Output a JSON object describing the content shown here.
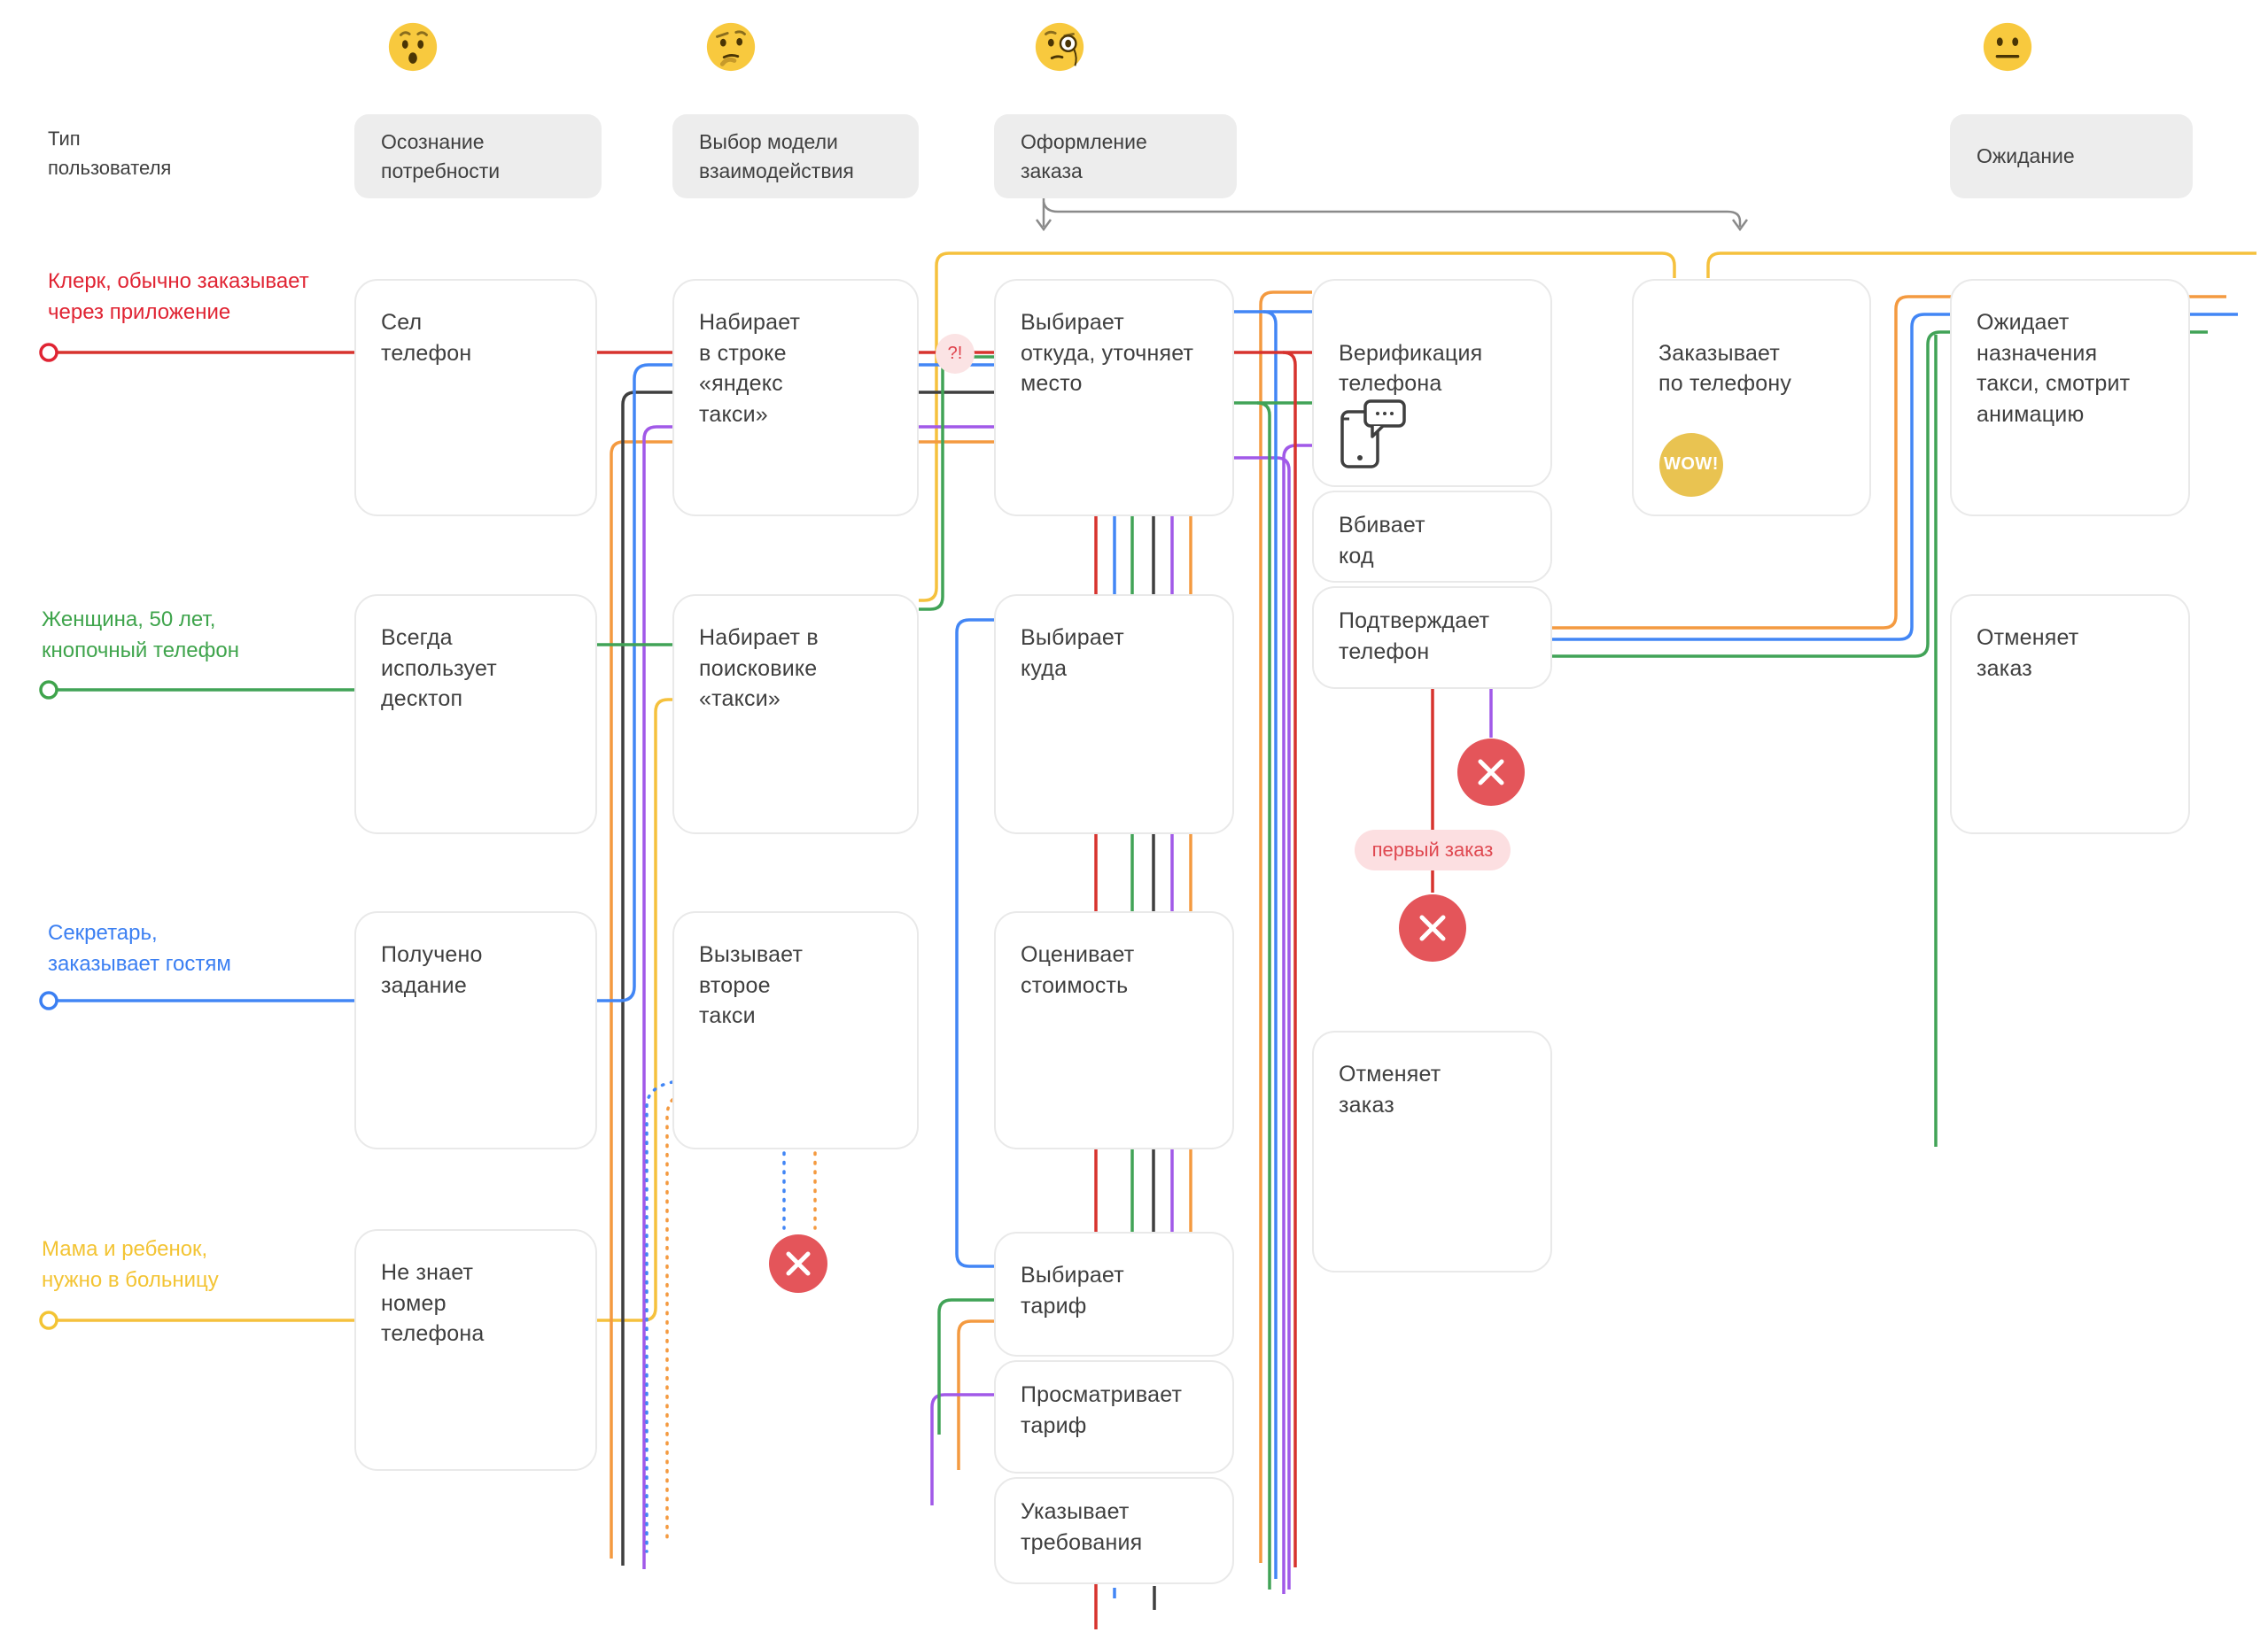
{
  "type_label": "Тип\nпользователя",
  "stages": [
    {
      "label": "Осознание\nпотребности",
      "emoji": "hushed-face"
    },
    {
      "label": "Выбор модели\nвзаимодействия",
      "emoji": "thinking-face"
    },
    {
      "label": "Оформление\nзаказа",
      "emoji": "monocle-face"
    },
    {
      "label": "Ожидание",
      "emoji": "neutral-face"
    }
  ],
  "personas": [
    {
      "label": "Клерк, обычно заказывает\nчерез приложение",
      "color": "#e02433"
    },
    {
      "label": "Женщина, 50 лет,\nкнопочный  телефон",
      "color": "#3fa44c"
    },
    {
      "label": "Секретарь,\nзаказывает гостям",
      "color": "#3b7ff2"
    },
    {
      "label": "Мама и ребенок,\nнужно в больницу",
      "color": "#f3c434"
    }
  ],
  "cards": {
    "sel_telefon": "Сел\nтелефон",
    "vsegda_desktop": "Всегда\nиспользует\nдесктоп",
    "polucheno_zadanie": "Получено\nзадание",
    "ne_znaet_nomer": "Не знает\nномер\nтелефона",
    "nabiraet_stroka": "Набирает\nв строке\n«яндекс\nтакси»",
    "nabiraet_poiskovik": "Набирает в\nпоисковике\n«такси»",
    "vyzyvaet_vtoroe": "Вызывает\nвторое\nтакси",
    "vybiraet_otkuda": "Выбирает\nоткуда, уточняет\nместо",
    "vybiraet_kuda": "Выбирает\nкуда",
    "ocenivaet_stoimost": "Оценивает\nстоимость",
    "vybiraet_tarif": "Выбирает\nтариф",
    "prosmatrivaet_tarif": "Просматривает\nтариф",
    "ukazyvaet_trebovaniya": "Указывает\nтребования",
    "verifikaciya_telefona": "Верификация\nтелефона",
    "vbivaet_kod": "Вбивает\nкод",
    "podtverzhdaet_telefon": "Подтверждает\nтелефон",
    "otmenyaet_zakaz_verif": "Отменяет\nзаказ",
    "zakazyvaet_po_telefonu": "Заказывает\nпо телефону",
    "ozhidaet_naznacheniya": "Ожидает\nназначения\nтакси, смотрит\nанимацию",
    "otmenyaet_zakaz_ozhidanie": "Отменяет\nзаказ"
  },
  "badges": {
    "alert": "?!",
    "first_order": "первый заказ",
    "wow": "WOW!"
  },
  "icons": [
    "hushed-face-emoji",
    "thinking-face-emoji",
    "monocle-face-emoji",
    "neutral-face-emoji",
    "phone-sms-icon",
    "fail-cross-icon"
  ],
  "palette": {
    "red": "#d7332e",
    "green": "#41a357",
    "blue": "#4286f5",
    "yellow": "#f5c13d",
    "orange": "#f49a40",
    "purple": "#a159e8",
    "dark": "#3f3f3f",
    "fail_circle": "#e4555a",
    "badge_pink": "#fcdfe1",
    "stage_gray": "#ededed",
    "arrow_gray": "#8a8a8a",
    "wow_yellow": "#e9c351"
  }
}
